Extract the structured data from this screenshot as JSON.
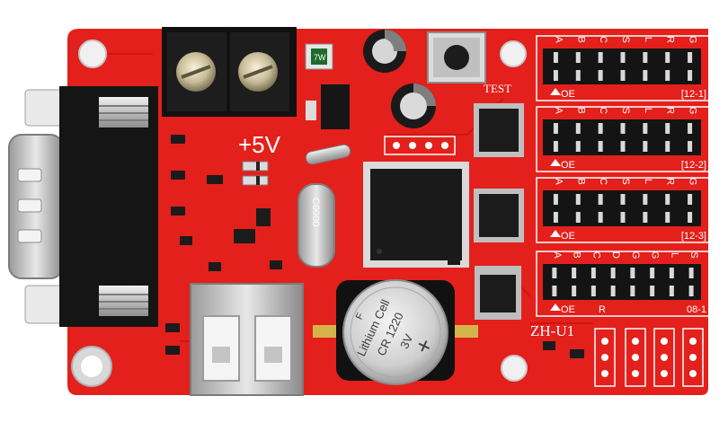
{
  "board": {
    "model": "ZH-U1",
    "supply_label": "+5V",
    "test_label": "TEST",
    "pcb_color": "#e3201b",
    "silk_color": "#ffffff"
  },
  "headers": [
    {
      "pins": [
        "A",
        "B",
        "C",
        "S",
        "L",
        "R",
        "G"
      ],
      "oe_label": "OE",
      "tag": "[12-1]"
    },
    {
      "pins": [
        "A",
        "B",
        "C",
        "S",
        "L",
        "R",
        "G"
      ],
      "oe_label": "OE",
      "tag": "[12-2]"
    },
    {
      "pins": [
        "A",
        "B",
        "C",
        "S",
        "L",
        "R",
        "G"
      ],
      "oe_label": "OE",
      "tag": "[12-3]"
    },
    {
      "pins": [
        "A",
        "B",
        "C",
        "D",
        "G",
        "G",
        "L",
        "S"
      ],
      "oe_label": "OE",
      "bottom_pins": [
        "R"
      ],
      "tag": "08-1"
    }
  ],
  "battery": {
    "lines": [
      "Lithium Cell",
      "CR 1220",
      "3V"
    ],
    "polarity_plus": "+",
    "polarity_label": "F"
  },
  "crystal_marking": "C0000",
  "fuse_marking": "7W"
}
